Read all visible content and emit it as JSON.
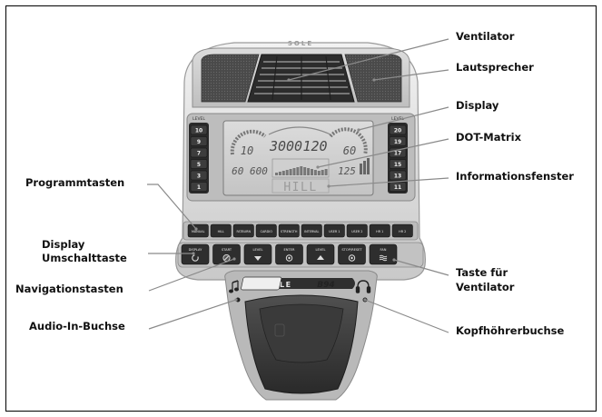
{
  "labels": {
    "ventilator": "Ventilator",
    "lautsprecher": "Lautsprecher",
    "display": "Display",
    "dot_matrix": "DOT-Matrix",
    "informationsfenster": "Informationsfenster",
    "programmtasten": "Programmtasten",
    "display_umschalttaste_1": "Display",
    "display_umschalttaste_2": "Umschalttaste",
    "navigationstasten": "Navigationstasten",
    "audio_in": "Audio-In-Buchse",
    "taste_ventilator_1": "Taste für",
    "taste_ventilator_2": "Ventilator",
    "kopfhoerer": "Kopfhöhrerbuchse"
  },
  "console": {
    "brand_top": "SOLE",
    "brand_logo": "SOLE",
    "model": "B94",
    "level_left": "LEVEL",
    "level_right": "LEVEL",
    "level_left_keys": [
      "10",
      "9",
      "7",
      "5",
      "3",
      "1"
    ],
    "level_right_keys": [
      "20",
      "19",
      "17",
      "15",
      "13",
      "11"
    ],
    "program_keys": [
      "MANUAL",
      "HILL",
      "FATBURN",
      "CARDIO",
      "STRENGTH",
      "INTERVAL",
      "USER 1",
      "USER 2",
      "HR 1",
      "HR 2"
    ],
    "control_keys": [
      "DISPLAY",
      "START",
      "LEVEL",
      "ENTER",
      "LEVEL",
      "STOP/RESET",
      "FAN"
    ],
    "display_readouts": {
      "left": "10",
      "center": "3000",
      "center_right": "120",
      "right": "60",
      "bottom_left": "60 600",
      "bottom_right": "125",
      "info": "HILL"
    }
  },
  "colors": {
    "leader": "#8a8a8a",
    "label_text": "#111111"
  }
}
